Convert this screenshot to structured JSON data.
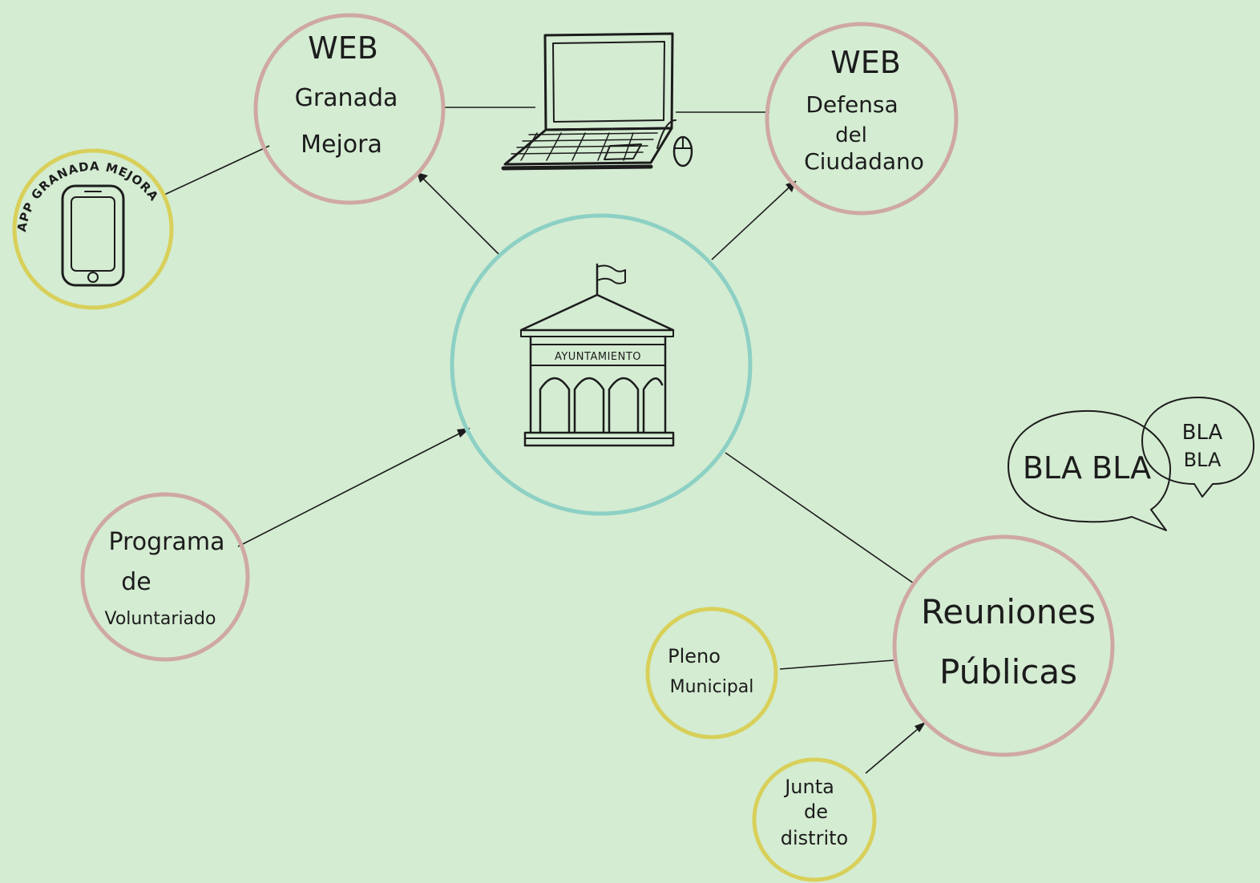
{
  "diagram": {
    "center": {
      "building_label": "AYUNTAMIENTO"
    },
    "nodes": {
      "web_granada": [
        "WEB",
        "Granada",
        "Mejora"
      ],
      "web_defensa": [
        "WEB",
        "Defensa",
        "del",
        "Ciudadano"
      ],
      "app": "APP GRANADA MEJORA",
      "voluntariado": [
        "Programa",
        "de",
        "Voluntariado"
      ],
      "reuniones": [
        "Reuniones",
        "Públicas"
      ],
      "pleno": [
        "Pleno",
        "Municipal"
      ],
      "junta": [
        "Junta",
        "de",
        "distrito"
      ]
    },
    "speech": {
      "big": "BLA BLA",
      "small": [
        "BLA",
        "BLA"
      ]
    }
  },
  "colors": {
    "background": "#d4ecd2",
    "pink_circle": "#cfa8a3",
    "yellow_circle": "#d8d05a",
    "teal_circle": "#8dd0c4",
    "ink": "#1c1c1c"
  }
}
